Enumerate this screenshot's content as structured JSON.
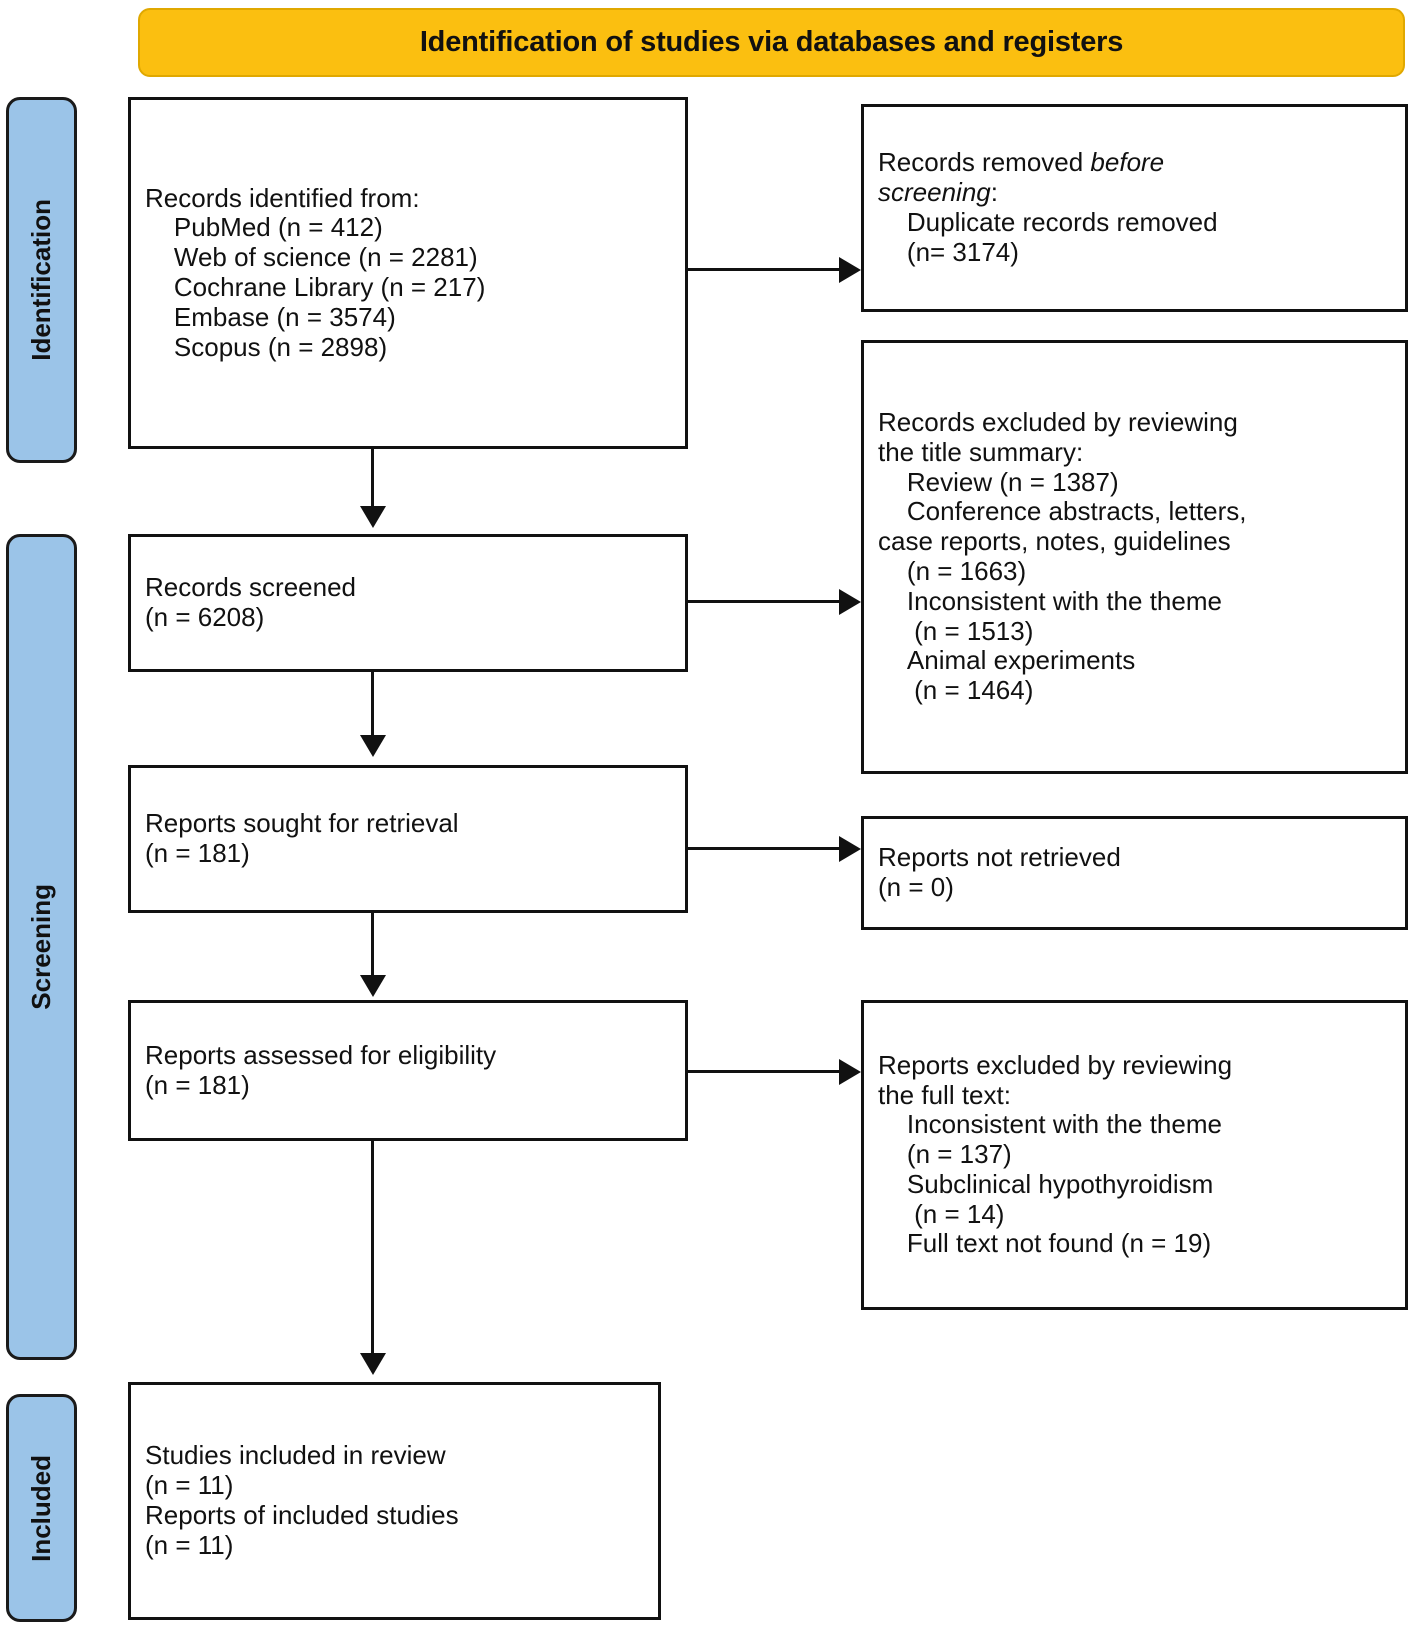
{
  "header": {
    "title": "Identification of studies via databases and registers",
    "bg_color": "#FBBF10"
  },
  "stages": [
    {
      "label": "Identification"
    },
    {
      "label": "Screening"
    },
    {
      "label": "Included"
    }
  ],
  "sidebar_color": "#9BC4E8",
  "boxes": {
    "identified": {
      "line1": "Records identified from:",
      "line2": "    PubMed (n = 412)",
      "line3": "    Web of science (n = 2281)",
      "line4": "    Cochrane Library (n = 217)",
      "line5": "    Embase (n = 3574)",
      "line6": "    Scopus (n = 2898)"
    },
    "removed_before_screening": {
      "line1_a": "Records removed ",
      "line1_b": "before",
      "line2_b": "screening",
      "line2_a": ":",
      "line3": "    Duplicate records removed",
      "line4": "    (n= 3174)"
    },
    "records_screened": {
      "line1": "Records screened",
      "line2": "(n = 6208)"
    },
    "records_excluded_title": {
      "line1": "Records excluded by reviewing",
      "line2": "the title summary:",
      "line3": "    Review (n = 1387)",
      "line4": "    Conference abstracts, letters,",
      "line5": "case reports, notes, guidelines",
      "line6": "    (n = 1663)",
      "line7": "    Inconsistent with the theme",
      "line8": "     (n = 1513)",
      "line9": "    Animal experiments",
      "line10": "     (n = 1464)"
    },
    "reports_sought": {
      "line1": "Reports sought for retrieval",
      "line2": "(n = 181)"
    },
    "reports_not_retrieved": {
      "line1": "Reports not retrieved",
      "line2": "(n = 0)"
    },
    "reports_assessed": {
      "line1": "Reports assessed for eligibility",
      "line2": "(n = 181)"
    },
    "reports_excluded_fulltext": {
      "line1": "Reports excluded by reviewing",
      "line2": "the full text:",
      "line3": "    Inconsistent with the theme",
      "line4": "    (n = 137)",
      "line5": "    Subclinical hypothyroidism",
      "line6": "     (n = 14)",
      "line7": "    Full text not found (n = 19)"
    },
    "studies_included": {
      "line1": "Studies included in review",
      "line2": "(n = 11)",
      "line3": "Reports of included studies",
      "line4": "(n = 11)"
    }
  }
}
